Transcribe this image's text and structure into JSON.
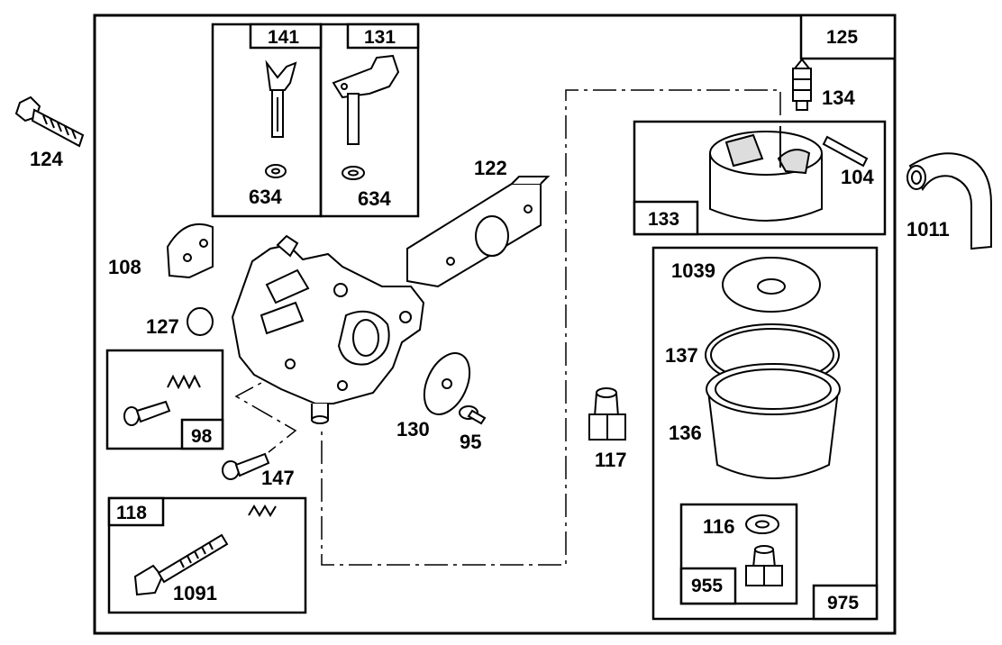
{
  "labels": {
    "p124": "124",
    "p141": "141",
    "p131": "131",
    "p634a": "634",
    "p634b": "634",
    "p125": "125",
    "p134": "134",
    "p104": "104",
    "p133": "133",
    "p1011": "1011",
    "p122": "122",
    "p108": "108",
    "p127": "127",
    "p98": "98",
    "p147": "147",
    "p130": "130",
    "p95": "95",
    "p117": "117",
    "p1039": "1039",
    "p137": "137",
    "p136": "136",
    "p116": "116",
    "p955": "955",
    "p975": "975",
    "p118": "118",
    "p1091": "1091"
  }
}
